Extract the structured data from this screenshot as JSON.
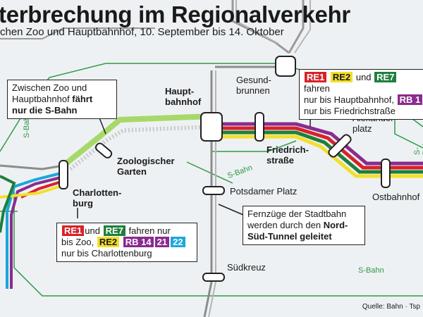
{
  "header": {
    "title": "terbrechung im Regionalverkehr",
    "subtitle": "chen Zoo und Hauptbahnhof, 10. September bis 14. Oktober"
  },
  "stations": {
    "gesundbrunnen": "Gesund-\nbrunnen",
    "hauptbahnhof": "Haupt-\nbahnhof",
    "zoologischer_garten": "Zoologischer\nGarten",
    "charlottenburg": "Charlotten-\nburg",
    "friedrichstrasse": "Friedrich-\nstraße",
    "alexanderplatz": "Alexander-\nplatz",
    "ostbahnhof": "Ostbahnhof",
    "potsdamer_platz": "Potsdamer Platz",
    "suedkreuz": "Südkreuz"
  },
  "sbahn_labels": [
    "S-Bahn",
    "S-Bahn",
    "S-Bahn",
    "S-Bahn"
  ],
  "callouts": {
    "zoo_hbf": {
      "line1": "Zwischen Zoo und",
      "line2": "Hauptbahnhof ",
      "line2_bold": "fährt",
      "line3_bold": "nur die S-Bahn"
    },
    "east": {
      "tag1": "RE1",
      "tag2": "RE2",
      "word_und": "und",
      "tag3": "RE7",
      "text1": "fahren",
      "text2": "nur bis Hauptbahnhof,",
      "tag4": "RB 1",
      "text3": "nur bis Friedrichstraße"
    },
    "west": {
      "tag1": "RE1",
      "word_und": "und",
      "tag2": "RE7",
      "text1": "fahren nur",
      "text2": "bis Zoo,",
      "tag3": "RE2",
      "tag4": "RB 14",
      "tag5": "21",
      "tag6": "22",
      "text3": "nur bis Charlottenburg"
    },
    "fern": {
      "line1": "Fernzüge der Stadtbahn",
      "line2": "werden durch den ",
      "line2_bold": "Nord-",
      "line3_bold": "Süd-Tunnel geleitet"
    }
  },
  "source": "Quelle: Bahn · Tsp",
  "colors": {
    "re1": "#d72229",
    "re2": "#f3df2b",
    "re7": "#1e7f3b",
    "rb": "#8a2b8e",
    "rb22": "#1ba7dc",
    "sbahn": "#2e9a48",
    "fern": "#8c8c8c",
    "sbahn_light": "#a8d86a"
  }
}
